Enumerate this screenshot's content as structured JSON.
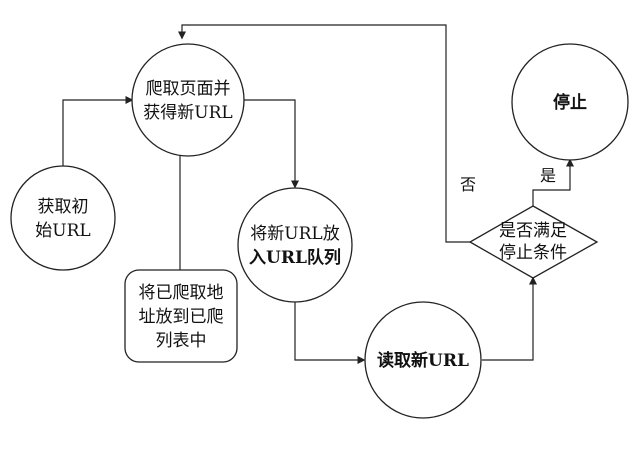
{
  "nodes": {
    "crawl_page": {
      "line1": "爬取页面并",
      "line2": "获得新URL"
    },
    "get_initial": {
      "line1": "获取初",
      "line2": "始URL"
    },
    "put_new_url_queue": {
      "line1": "将新URL放",
      "line2": "入URL队列"
    },
    "move_to_crawled": {
      "line1": "将已爬取地",
      "line2": "址放到已爬",
      "line3": "列表中"
    },
    "read_new_url": {
      "line1": "读取新URL"
    },
    "check_stop": {
      "line1": "是否满足",
      "line2": "停止条件"
    },
    "stop": {
      "line1": "停止"
    }
  },
  "edges": {
    "no_label": "否",
    "yes_label": "是"
  }
}
